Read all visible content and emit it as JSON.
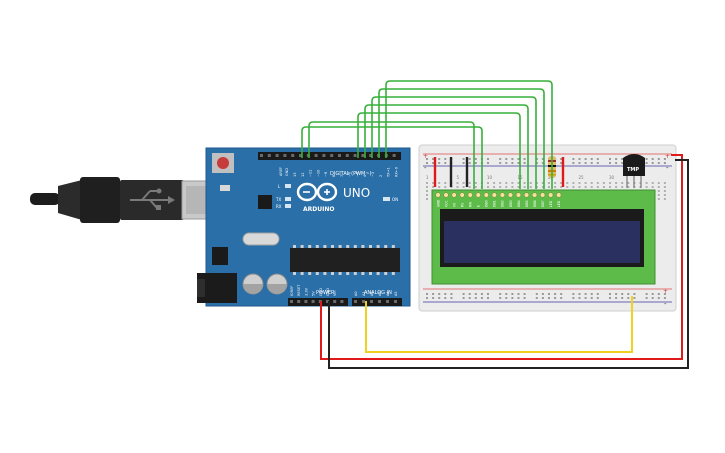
{
  "arduino": {
    "brand": "ARDUINO",
    "model": "UNO",
    "digital_label": "DIGITAL (PWM~)",
    "power_label": "POWER",
    "analog_label": "ANALOG IN",
    "led_l": "L",
    "led_tx": "TX",
    "led_rx": "RX",
    "led_on": "ON",
    "aref": "AREF",
    "gnd_top": "GND",
    "digital_pins": [
      "13",
      "12",
      "~11",
      "~10",
      "~9",
      "8",
      "7",
      "~6",
      "~5",
      "4",
      "~3",
      "2",
      "TX→1",
      "RX←0"
    ],
    "power_pins": [
      "IOREF",
      "RESET",
      "3.3V",
      "5V",
      "GND",
      "GND",
      "Vin"
    ],
    "analog_pins": [
      "A0",
      "A1",
      "A2",
      "A3",
      "A4",
      "A5"
    ]
  },
  "lcd": {
    "pin_labels": [
      "GND",
      "VCC",
      "V0",
      "RS",
      "RW",
      "E",
      "DB0",
      "DB1",
      "DB2",
      "DB3",
      "DB4",
      "DB5",
      "DB6",
      "DB7",
      "LED",
      "LED"
    ]
  },
  "sensor": {
    "label": "TMP"
  },
  "breadboard": {
    "row_numbers_top": [
      "1",
      "5",
      "10",
      "15",
      "20",
      "25",
      "30"
    ],
    "plus": "+",
    "minus": "-"
  },
  "colors": {
    "board_blue": "#2a6fa8",
    "wire_green": "#36b03a",
    "wire_red": "#e01a1a",
    "wire_black": "#222222",
    "wire_yellow": "#f0d020",
    "lcd_green": "#5dbb4a",
    "lcd_screen": "#2a3160"
  }
}
